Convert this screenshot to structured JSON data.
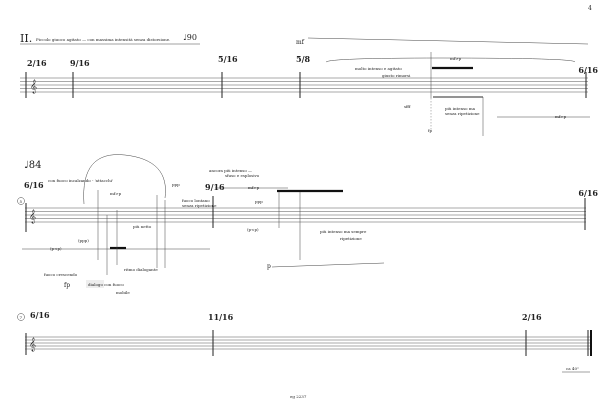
{
  "page": {
    "number": "4",
    "footer": "eg 2237",
    "duration": "ca 40''"
  },
  "header": {
    "movement": "II.",
    "title": "Piccolo giuoco agitato — con massima intensità senza distorsione.",
    "tempo": "♩90"
  },
  "system1": {
    "time_signatures": [
      "2/16",
      "9/16",
      "5/16",
      "5/8"
    ],
    "end_time_signature": "6/16",
    "dynamic": "mf",
    "annotations": [
      "molto intenso e agitato",
      "giusto rimorsi",
      "sfff",
      "più intenso ma",
      "senza ripetizione",
      "fp",
      "mf>p",
      "mf>p"
    ]
  },
  "system2": {
    "rehearsal": "5",
    "tempo": "♩84",
    "time_signatures": [
      "6/16",
      "9/16"
    ],
    "end_time_signature": "6/16",
    "annotations": [
      "con fuoco incalzando - 'attacchi'",
      "mf>p",
      "ppp",
      "più netto",
      "fuoco lontano",
      "senza ripetizione",
      "(ppp)",
      "(p<p)",
      "fuoco crescendo",
      "fp",
      "ritmo dialogante",
      "dialogo con fuoco",
      "mobile",
      "ancora più intenso —",
      "sfuso e esplosivo",
      "mf>p",
      "ppp",
      "(p<p)",
      "più intenso ma sempre",
      "ripetizione",
      "p"
    ]
  },
  "system3": {
    "rehearsal": "7",
    "time_signatures": [
      "6/16",
      "11/16",
      "2/16"
    ]
  }
}
